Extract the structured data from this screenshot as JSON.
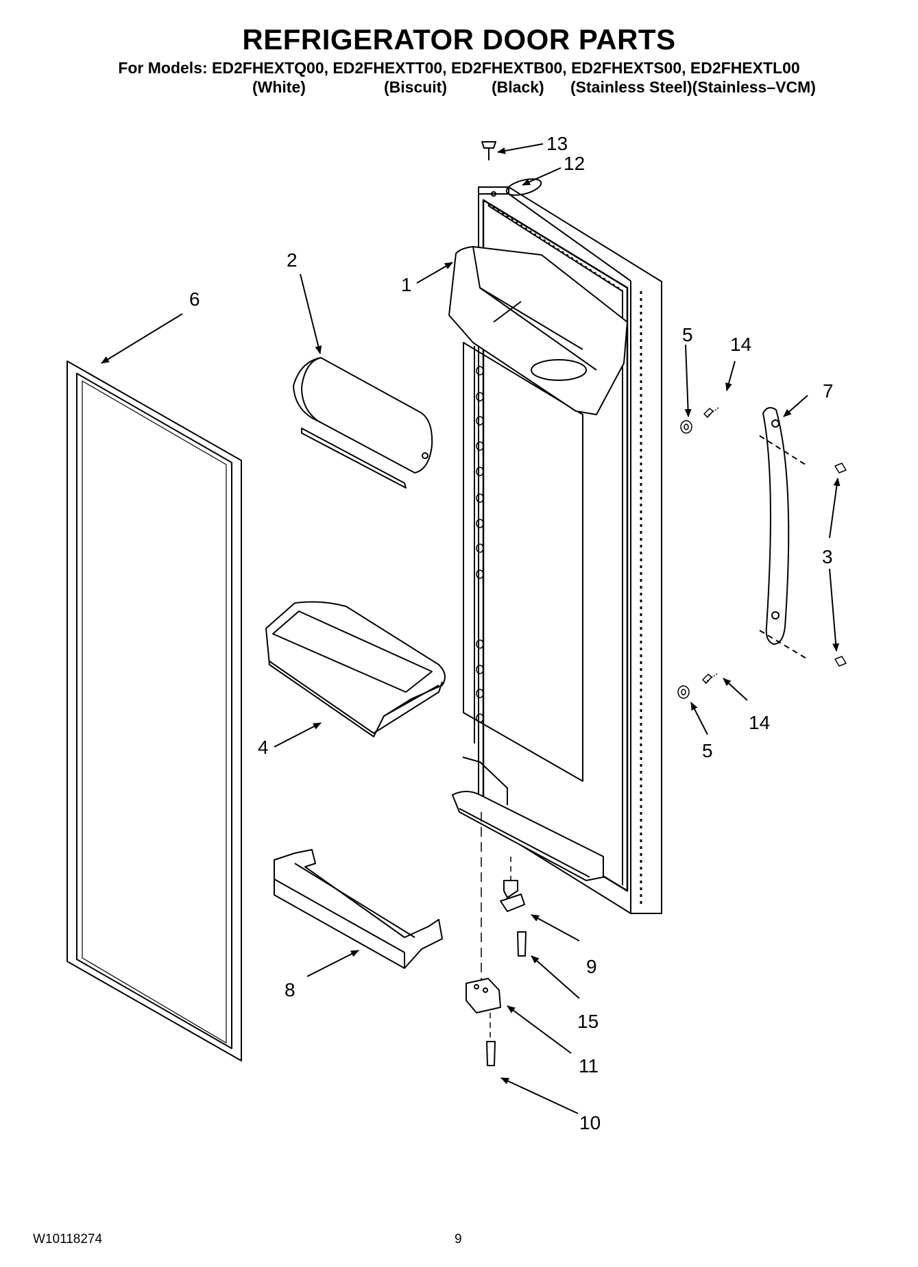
{
  "header": {
    "title": "REFRIGERATOR DOOR PARTS",
    "models_line": "For Models: ED2FHEXTQ00, ED2FHEXTT00, ED2FHEXTB00, ED2FHEXTS00, ED2FHEXTL00",
    "colors": [
      "(White)",
      "(Biscuit)",
      "(Black)",
      "(Stainless Steel)(Stainless–VCM)"
    ]
  },
  "callouts": {
    "c1": "1",
    "c2": "2",
    "c3": "3",
    "c4": "4",
    "c5a": "5",
    "c5b": "5",
    "c6": "6",
    "c7": "7",
    "c8": "8",
    "c9": "9",
    "c10": "10",
    "c11": "11",
    "c12": "12",
    "c13": "13",
    "c14a": "14",
    "c14b": "14",
    "c15": "15"
  },
  "footer": {
    "doc_number": "W10118274",
    "page_number": "9"
  },
  "colors_meta": {
    "ink": "#000000",
    "background": "#ffffff"
  }
}
